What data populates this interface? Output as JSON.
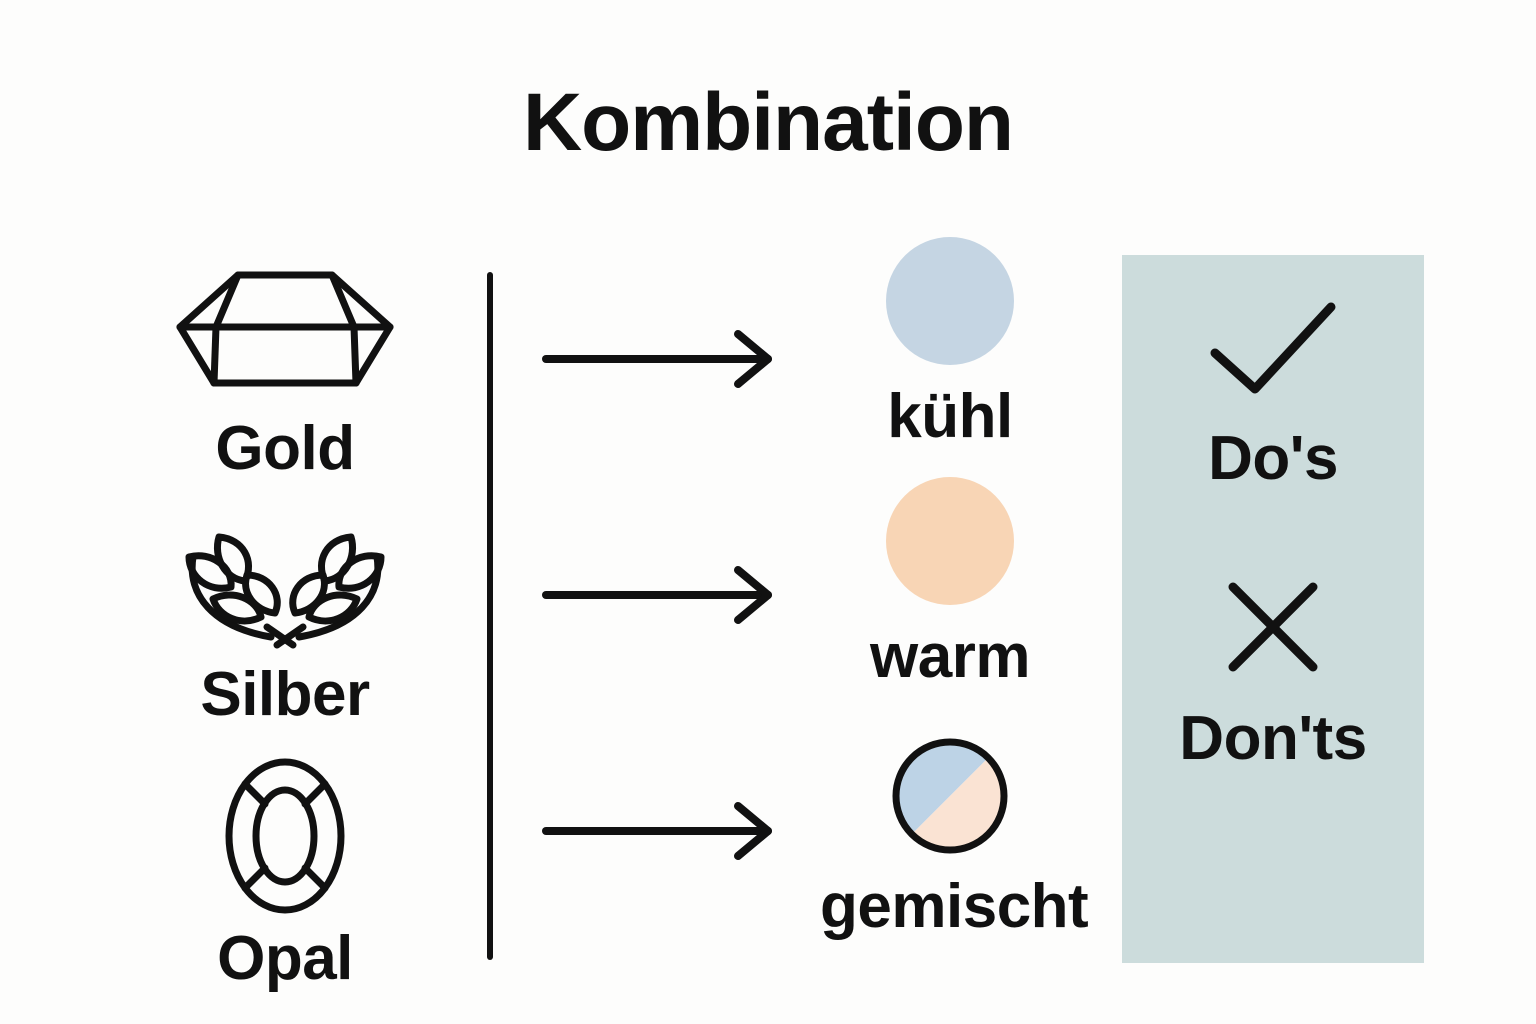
{
  "page": {
    "title": "Kombination",
    "background_color": "#fdfdfc",
    "ink_color": "#111111"
  },
  "materials": {
    "section_name": "materials-column",
    "items": [
      {
        "label": "Gold",
        "icon": "gemstone-icon"
      },
      {
        "label": "Silber",
        "icon": "laurel-wreath-icon"
      },
      {
        "label": "Opal",
        "icon": "oval-gem-icon"
      }
    ]
  },
  "divider": {
    "icon": "vertical-divider"
  },
  "tones": {
    "section_name": "tone-column",
    "arrow_icon": "arrow-right-icon",
    "items": [
      {
        "label": "kühl",
        "swatch": "cool-tone-swatch",
        "color": "#c5d5e3",
        "split": false
      },
      {
        "label": "warm",
        "swatch": "warm-tone-swatch",
        "color": "#f8d5b5",
        "split": false
      },
      {
        "label": "gemischt",
        "swatch": "mixed-tone-swatch",
        "color": "#bdd3e6",
        "color_secondary": "#fae3d3",
        "split": true
      }
    ]
  },
  "panel": {
    "background_color": "#ccdcdc",
    "blocks": [
      {
        "label": "Do's",
        "icon": "check-icon"
      },
      {
        "label": "Don'ts",
        "icon": "cross-icon"
      }
    ]
  }
}
